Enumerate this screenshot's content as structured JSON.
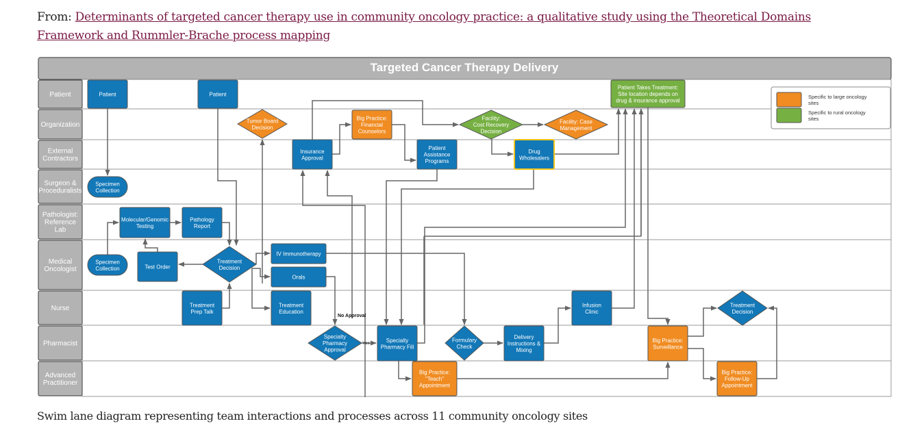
{
  "header": {
    "from_prefix": "From: ",
    "article_link": "Determinants of targeted cancer therapy use in community oncology practice: a qualitative study using the Theoretical Domains Framework and Rummler-Brache process mapping"
  },
  "caption": "Swim lane diagram representing team interactions and processes across 11 community oncology sites",
  "diagram": {
    "title": "Targeted Cancer Therapy Delivery",
    "colors": {
      "standard": "#1278b8",
      "large_site": "#f08c22",
      "rural_site": "#76b043",
      "highlight_border": "#f5c518",
      "lane_header": "#b3b3b3",
      "connector": "#666666"
    },
    "lanes": [
      {
        "id": "patient",
        "label": [
          "Patient"
        ]
      },
      {
        "id": "organization",
        "label": [
          "Organization"
        ]
      },
      {
        "id": "external",
        "label": [
          "External",
          "Contractors"
        ]
      },
      {
        "id": "surgeon",
        "label": [
          "Surgeon &",
          "Proceduralists"
        ]
      },
      {
        "id": "pathologist",
        "label": [
          "Pathologist:",
          "Reference",
          "Lab"
        ]
      },
      {
        "id": "oncologist",
        "label": [
          "Medical",
          "Oncologist"
        ]
      },
      {
        "id": "nurse",
        "label": [
          "Nurse"
        ]
      },
      {
        "id": "pharmacist",
        "label": [
          "Pharmacist"
        ]
      },
      {
        "id": "advanced",
        "label": [
          "Advanced",
          "Practitioner"
        ]
      }
    ],
    "nodes": [
      {
        "id": "patient1",
        "lane": "patient",
        "shape": "rect",
        "type": "standard",
        "text": [
          "Patient"
        ]
      },
      {
        "id": "patient2",
        "lane": "patient",
        "shape": "rect",
        "type": "standard",
        "text": [
          "Patient"
        ]
      },
      {
        "id": "patient_takes",
        "lane": "patient",
        "shape": "rect",
        "type": "rural_site",
        "text": [
          "Patient Takes Treatment:",
          "Site location depends on",
          "drug & insurance approval"
        ]
      },
      {
        "id": "tumor_board",
        "lane": "organization",
        "shape": "diamond",
        "type": "large_site",
        "text": [
          "Tumor Board",
          "Decision"
        ]
      },
      {
        "id": "fin_counselors",
        "lane": "organization",
        "shape": "rect",
        "type": "large_site",
        "text": [
          "Big Practice:",
          "Financial",
          "Counselors"
        ]
      },
      {
        "id": "cost_recovery",
        "lane": "organization",
        "shape": "diamond",
        "type": "rural_site",
        "text": [
          "Facility:",
          "Cost Recovery",
          "Decision"
        ]
      },
      {
        "id": "case_mgmt",
        "lane": "organization",
        "shape": "diamond",
        "type": "large_site",
        "text": [
          "Facility: Case",
          "Management"
        ]
      },
      {
        "id": "insurance",
        "lane": "external",
        "shape": "rect",
        "type": "standard",
        "text": [
          "Insurance",
          "Approval"
        ]
      },
      {
        "id": "pap",
        "lane": "external",
        "shape": "rect",
        "type": "standard",
        "text": [
          "Patient",
          "Assistance",
          "Programs"
        ]
      },
      {
        "id": "wholesalers",
        "lane": "external",
        "shape": "rect",
        "type": "standard",
        "highlight": true,
        "text": [
          "Drug",
          "Wholesalers"
        ]
      },
      {
        "id": "specimen1",
        "lane": "surgeon",
        "shape": "pill",
        "type": "standard",
        "text": [
          "Specimen",
          "Collection"
        ]
      },
      {
        "id": "molecular",
        "lane": "pathologist",
        "shape": "rect",
        "type": "standard",
        "text": [
          "Molecular/Genomic",
          "Testing"
        ]
      },
      {
        "id": "path_report",
        "lane": "pathologist",
        "shape": "rect",
        "type": "standard",
        "text": [
          "Pathology",
          "Report"
        ]
      },
      {
        "id": "specimen2",
        "lane": "oncologist",
        "shape": "pill",
        "type": "standard",
        "text": [
          "Specimen",
          "Collection"
        ]
      },
      {
        "id": "test_order",
        "lane": "oncologist",
        "shape": "rect",
        "type": "standard",
        "text": [
          "Test Order"
        ]
      },
      {
        "id": "tx_decision",
        "lane": "oncologist",
        "shape": "diamond",
        "type": "standard",
        "text": [
          "Treatment",
          "Decision"
        ]
      },
      {
        "id": "iv_immuno",
        "lane": "oncologist",
        "shape": "rect",
        "type": "standard",
        "text": [
          "IV Immunotherapy"
        ]
      },
      {
        "id": "orals",
        "lane": "oncologist",
        "shape": "rect",
        "type": "standard",
        "text": [
          "Orals"
        ]
      },
      {
        "id": "prep_talk",
        "lane": "nurse",
        "shape": "rect",
        "type": "standard",
        "text": [
          "Treatment",
          "Prep Talk"
        ]
      },
      {
        "id": "tx_education",
        "lane": "nurse",
        "shape": "rect",
        "type": "standard",
        "text": [
          "Treatment",
          "Education"
        ]
      },
      {
        "id": "infusion",
        "lane": "nurse",
        "shape": "rect",
        "type": "standard",
        "text": [
          "Infusion",
          "Clinic"
        ]
      },
      {
        "id": "tx_decision2",
        "lane": "nurse",
        "shape": "diamond",
        "type": "standard",
        "text": [
          "Treatment",
          "Decision"
        ]
      },
      {
        "id": "sp_approval",
        "lane": "pharmacist",
        "shape": "diamond",
        "type": "standard",
        "text": [
          "Specialty",
          "Pharmacy",
          "Approval"
        ]
      },
      {
        "id": "sp_fill",
        "lane": "pharmacist",
        "shape": "rect",
        "type": "standard",
        "text": [
          "Specialty",
          "Pharmacy Fill"
        ]
      },
      {
        "id": "formulary",
        "lane": "pharmacist",
        "shape": "diamond",
        "type": "standard",
        "text": [
          "Formulary",
          "Check"
        ]
      },
      {
        "id": "delivery",
        "lane": "pharmacist",
        "shape": "rect",
        "type": "standard",
        "text": [
          "Delivery",
          "Instructions &",
          "Mixing"
        ]
      },
      {
        "id": "surveillance",
        "lane": "pharmacist",
        "shape": "rect",
        "type": "large_site",
        "text": [
          "Big Practice:",
          "Surveillance"
        ]
      },
      {
        "id": "teach",
        "lane": "advanced",
        "shape": "rect",
        "type": "large_site",
        "text": [
          "Big Practice:",
          "\"Teach\"",
          "Appointment"
        ]
      },
      {
        "id": "followup",
        "lane": "advanced",
        "shape": "rect",
        "type": "large_site",
        "text": [
          "Big Practice:",
          "Follow-Up",
          "Appointment"
        ]
      }
    ],
    "edge_labels": {
      "no_approval": "No Approval",
      "yes": "Yes"
    },
    "legend": [
      {
        "type": "large_site",
        "text": [
          "Specific to large oncology",
          "sites"
        ]
      },
      {
        "type": "rural_site",
        "text": [
          "Specific to rural oncology",
          "sites"
        ]
      }
    ]
  }
}
